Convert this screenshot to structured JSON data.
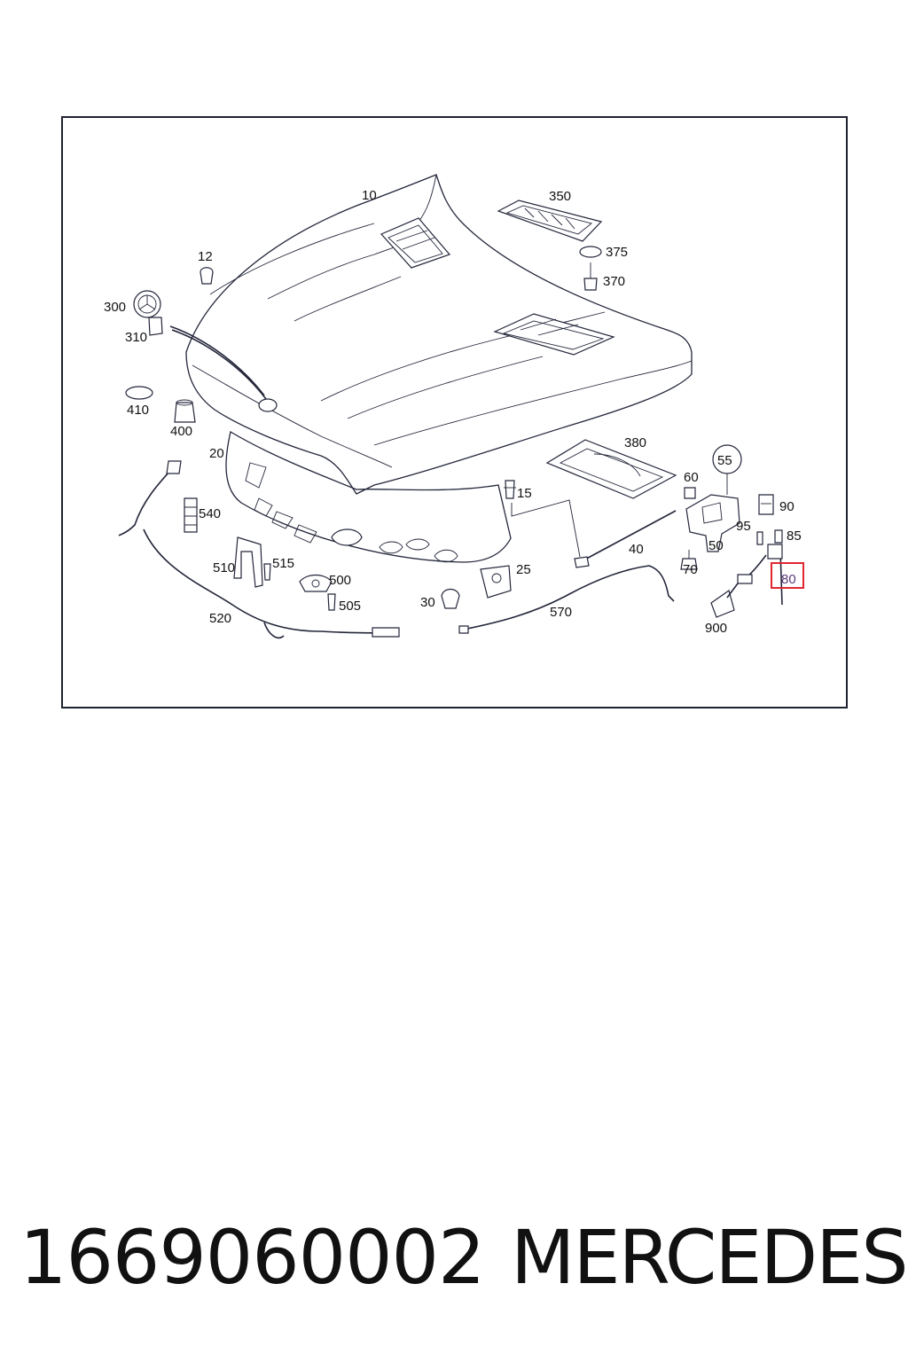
{
  "diagram": {
    "callouts": {
      "c10": "10",
      "c12": "12",
      "c300": "300",
      "c310": "310",
      "c410": "410",
      "c400": "400",
      "c350": "350",
      "c375": "375",
      "c370": "370",
      "c20": "20",
      "c540": "540",
      "c510": "510",
      "c515": "515",
      "c500": "500",
      "c505": "505",
      "c520": "520",
      "c15": "15",
      "c380": "380",
      "c55": "55",
      "c60": "60",
      "c90": "90",
      "c95": "95",
      "c85": "85",
      "c50": "50",
      "c40": "40",
      "c70": "70",
      "c80": "80",
      "c25": "25",
      "c30": "30",
      "c570": "570",
      "c900": "900"
    },
    "highlighted_callout": "80",
    "highlight_color": "#e0262f",
    "line_color": "#23263a"
  },
  "footer": {
    "part_number": "1669060002",
    "brand": "MERCEDES"
  }
}
